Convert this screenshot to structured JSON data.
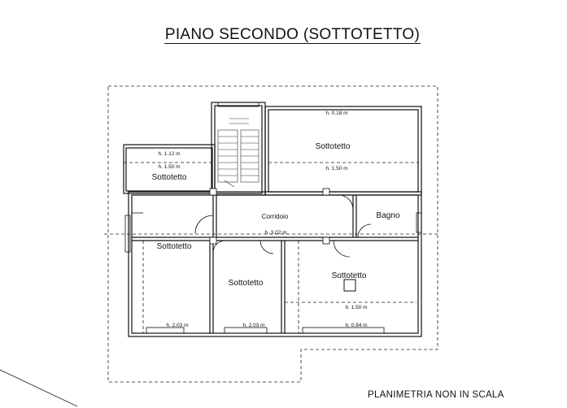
{
  "title": "PIANO SECONDO (SOTTOTETTO)",
  "footer": "PLANIMETRIA NON IN SCALA",
  "rooms": {
    "top_right": {
      "name": "Sottotetto",
      "h_top": "h. 0.18 m",
      "h_bottom": "h. 1.50 m"
    },
    "top_left": {
      "name": "Sottotetto",
      "h_top": "h. 1.12 m",
      "h_bottom": "h. 1.50 m"
    },
    "corridor": {
      "name": "Corridoio",
      "h": "h. 3.02 m"
    },
    "bath": {
      "name": "Bagno"
    },
    "bottom_left": {
      "name": "Sottotetto",
      "h": "h. 2.03 m"
    },
    "bottom_mid": {
      "name": "Sottotetto",
      "h": "h. 2.03 m"
    },
    "bottom_right": {
      "name": "Sottotetto",
      "h_mid": "h. 1.50 m",
      "h_bottom": "h. 0.94 m"
    }
  }
}
